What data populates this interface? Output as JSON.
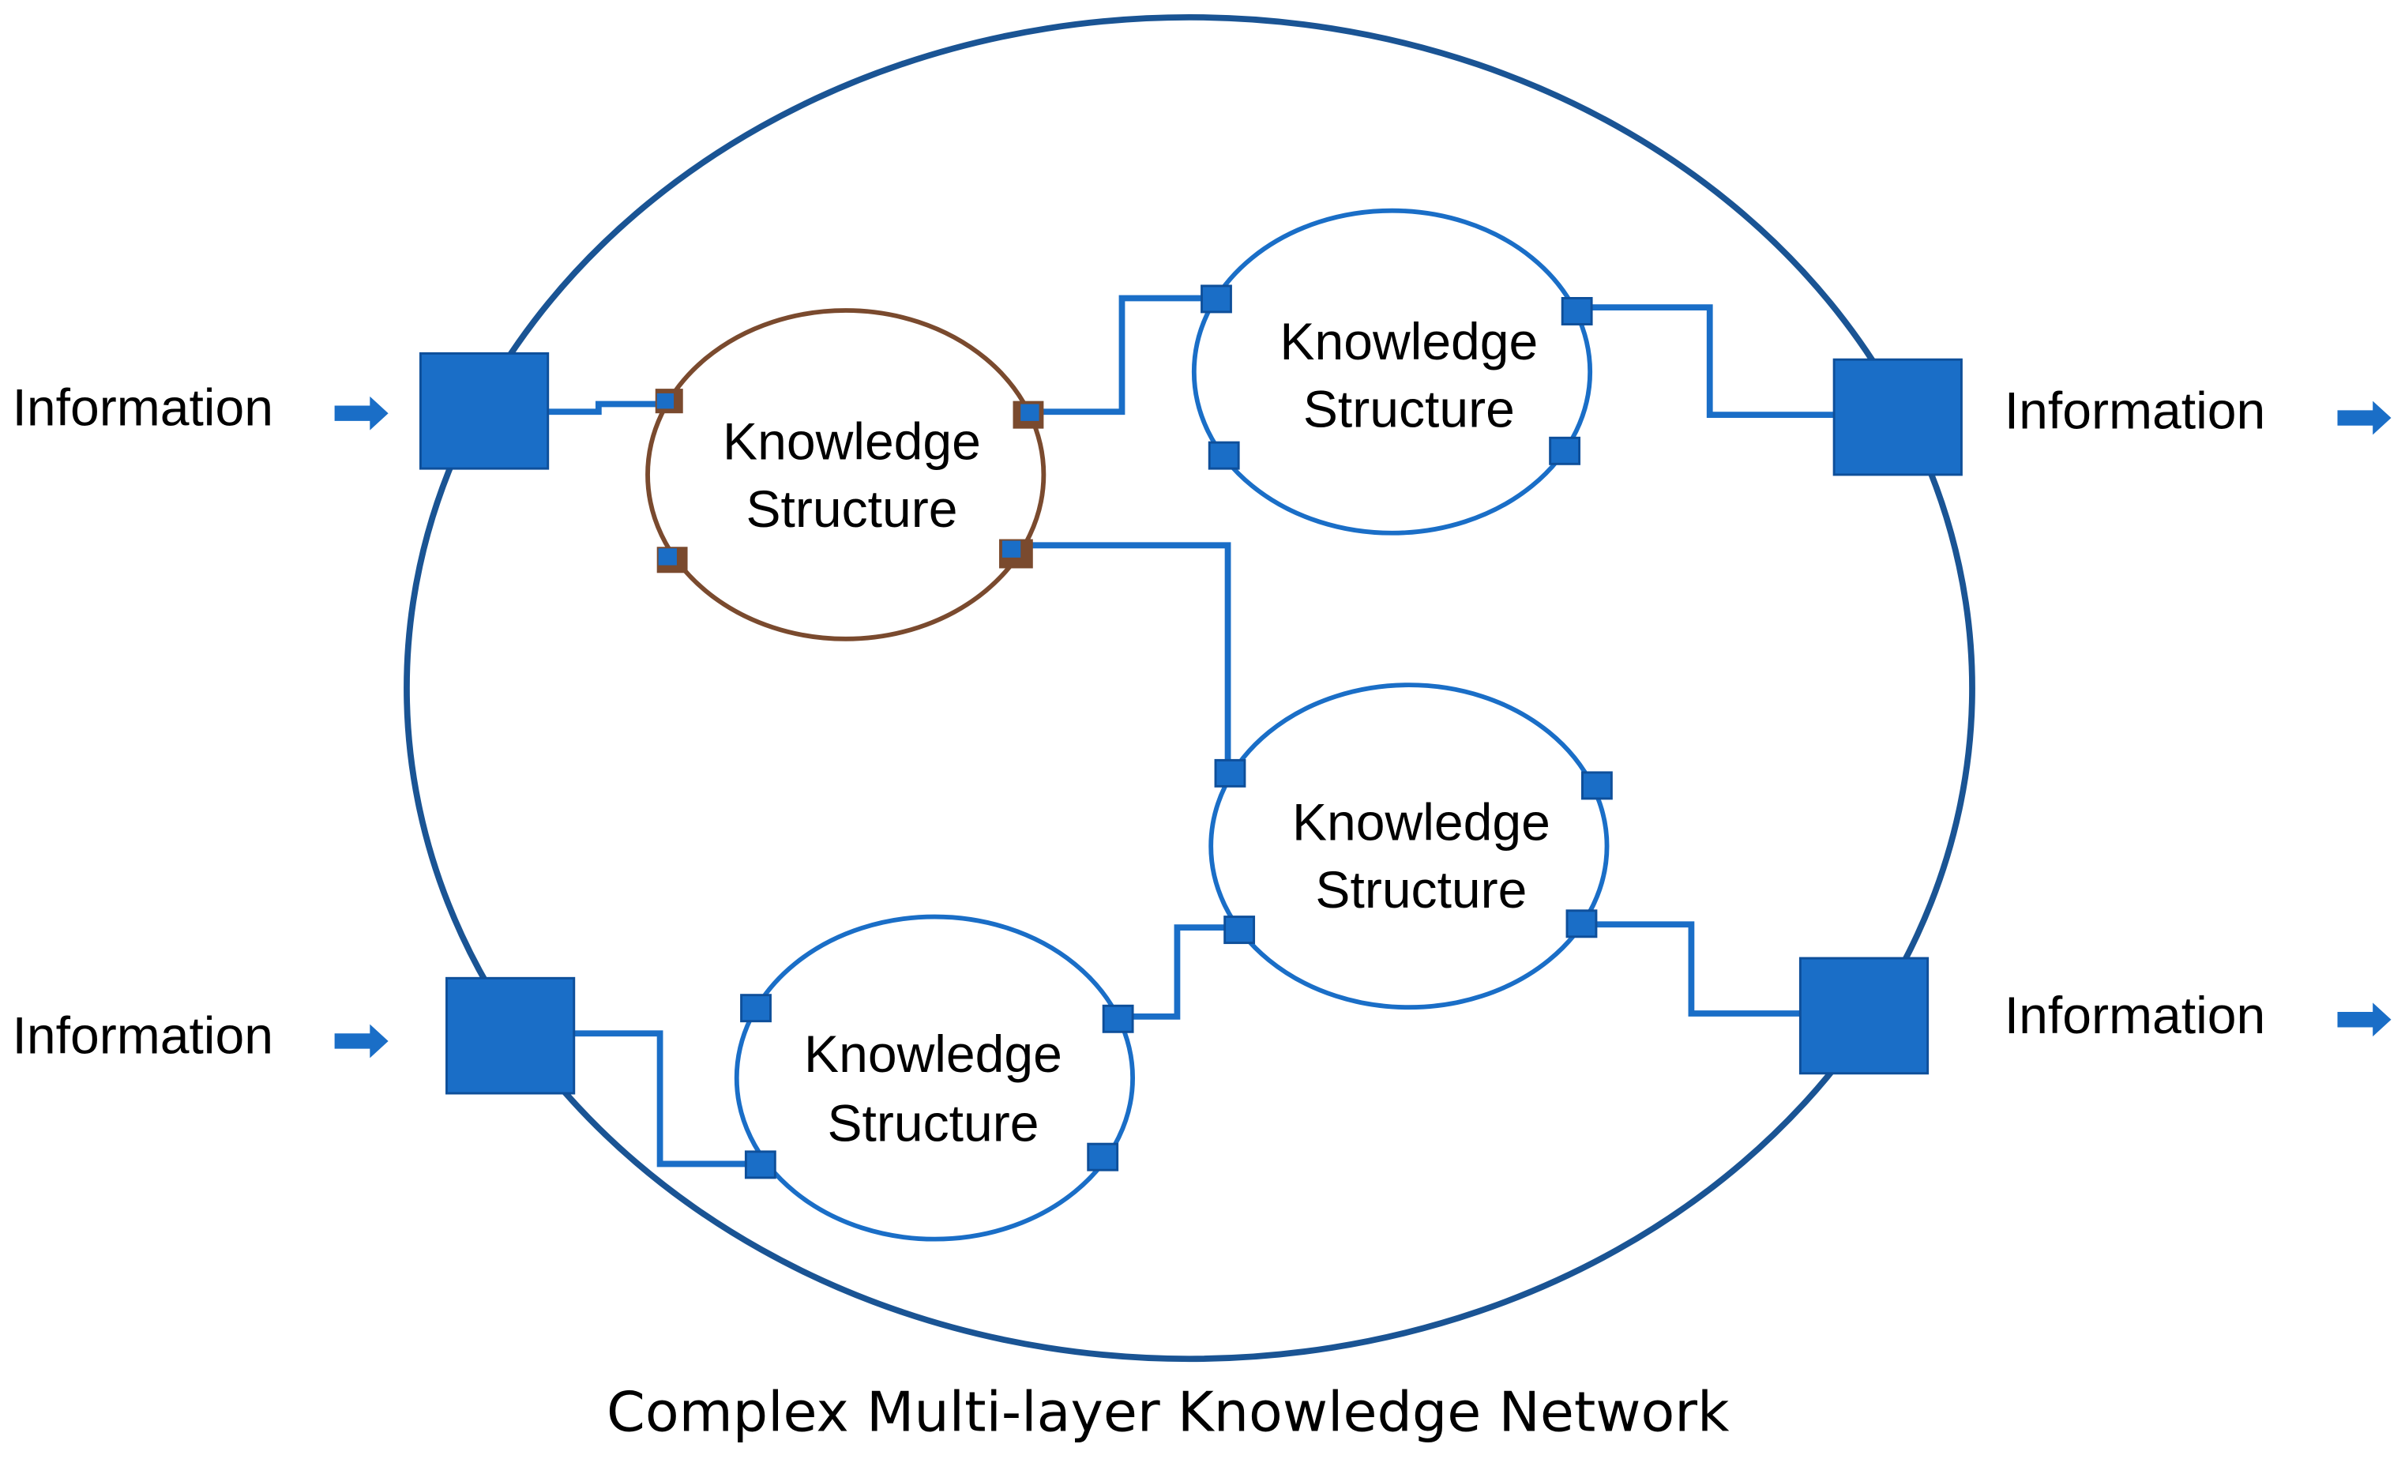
{
  "caption": "Complex Multi-layer Knowledge Network",
  "colors": {
    "primary": "#1a6ec7",
    "outer": "#1a5494",
    "accent_brown": "#7a4a2e",
    "text": "#000000"
  },
  "inputs": [
    {
      "label": "Information",
      "arrow": "right-arrow-icon"
    },
    {
      "label": "Information",
      "arrow": "right-arrow-icon"
    }
  ],
  "outputs": [
    {
      "label": "Information",
      "arrow": "right-arrow-icon"
    },
    {
      "label": "Information",
      "arrow": "right-arrow-icon"
    }
  ],
  "structures": [
    {
      "line1": "Knowledge",
      "line2": "Structure",
      "color": "#7a4a2e"
    },
    {
      "line1": "Knowledge",
      "line2": "Structure",
      "color": "#1a6ec7"
    },
    {
      "line1": "Knowledge",
      "line2": "Structure",
      "color": "#1a6ec7"
    },
    {
      "line1": "Knowledge",
      "line2": "Structure",
      "color": "#1a6ec7"
    }
  ]
}
